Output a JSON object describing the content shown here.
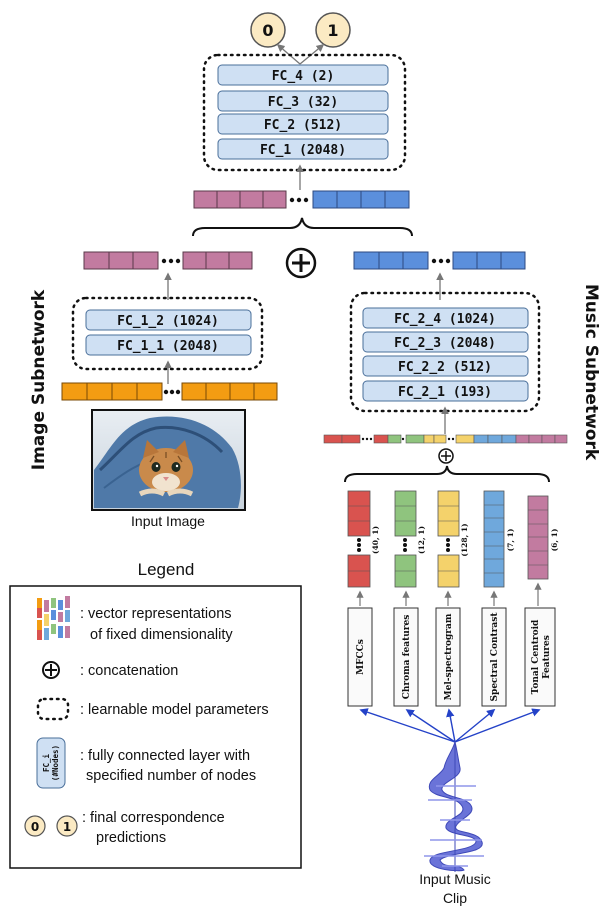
{
  "top_network": {
    "layers": [
      "FC_4 (2)",
      "FC_3 (32)",
      "FC_2 (512)",
      "FC_1 (2048)"
    ],
    "predictions": [
      "0",
      "1"
    ]
  },
  "image_subnetwork": {
    "title": "Image Subnetwork",
    "layers": [
      "FC_1_2 (1024)",
      "FC_1_1 (2048)"
    ],
    "input_label": "Input Image"
  },
  "music_subnetwork": {
    "title": "Music Subnetwork",
    "layers": [
      "FC_2_4 (1024)",
      "FC_2_3 (2048)",
      "FC_2_2 (512)",
      "FC_2_1 (193)"
    ],
    "input_label_line1": "Input Music",
    "input_label_line2": "Clip",
    "features": [
      {
        "name": "MFCCs",
        "dim": "(40, 1)",
        "color": "#d9534f"
      },
      {
        "name": "Chroma features",
        "dim": "(12, 1)",
        "color": "#8fc47e"
      },
      {
        "name": "Mel-spectrogram",
        "dim": "(128, 1)",
        "color": "#f4d26b"
      },
      {
        "name": "Spectral Contrast",
        "dim": "(7, 1)",
        "color": "#6fa8dc"
      },
      {
        "name": "Tonal Centroid Features",
        "dim": "(6, 1)",
        "color": "#c27ba0"
      }
    ]
  },
  "legend": {
    "title": "Legend",
    "vector_line1": ": vector representations",
    "vector_line2": "of fixed dimensionality",
    "concat": ": concatenation",
    "params": ": learnable model parameters",
    "fc_line1": ": fully connected layer with",
    "fc_line2": "specified number of nodes",
    "fc_icon_line1": "FC_i",
    "fc_icon_line2": "(#Nodes)",
    "pred_line1": ": final correspondence",
    "pred_line2": "predictions",
    "pred_icons": [
      "0",
      "1"
    ]
  },
  "colors": {
    "fc_fill": "#cfe0f3",
    "fc_stroke": "#4a6f9a",
    "pink": "#c27ba0",
    "blue": "#5b8fdc",
    "orange": "#f39c12",
    "prediction_fill": "#fbeac3",
    "arrow_blue": "#2442c8"
  }
}
